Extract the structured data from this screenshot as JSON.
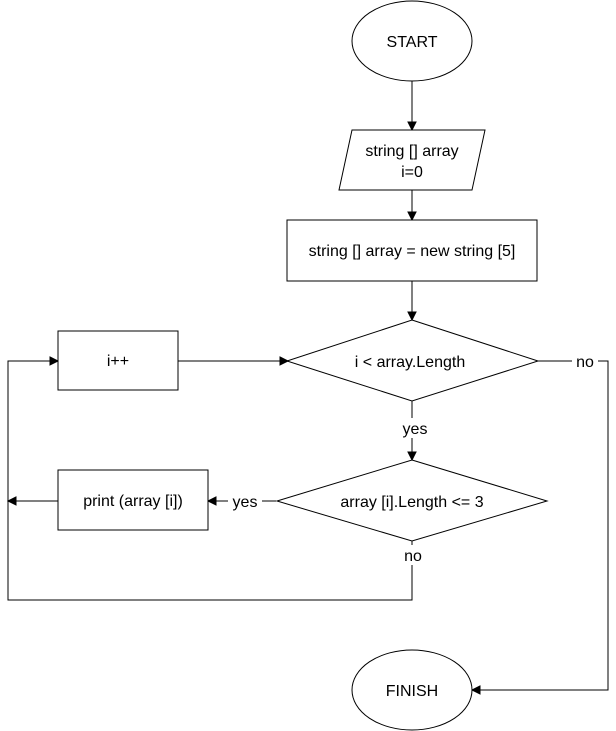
{
  "diagram": {
    "nodes": {
      "start": {
        "label": "START",
        "shape": "ellipse"
      },
      "input_line1": {
        "label": "string [] array",
        "shape": "parallelogram"
      },
      "input_line2": {
        "label": "i=0"
      },
      "init": {
        "label": "string [] array = new string [5]",
        "shape": "rectangle"
      },
      "cond_length": {
        "label": "i < array.Length",
        "shape": "diamond"
      },
      "increment": {
        "label": "i++",
        "shape": "rectangle"
      },
      "cond_item": {
        "label": "array [i].Length <= 3",
        "shape": "diamond"
      },
      "print": {
        "label": "print (array [i])",
        "shape": "rectangle"
      },
      "finish": {
        "label": "FINISH",
        "shape": "ellipse"
      }
    },
    "edge_labels": {
      "length_no": "no",
      "length_yes": "yes",
      "item_yes": "yes",
      "item_no": "no"
    },
    "colors": {
      "stroke": "#000000",
      "fill": "#ffffff"
    }
  }
}
